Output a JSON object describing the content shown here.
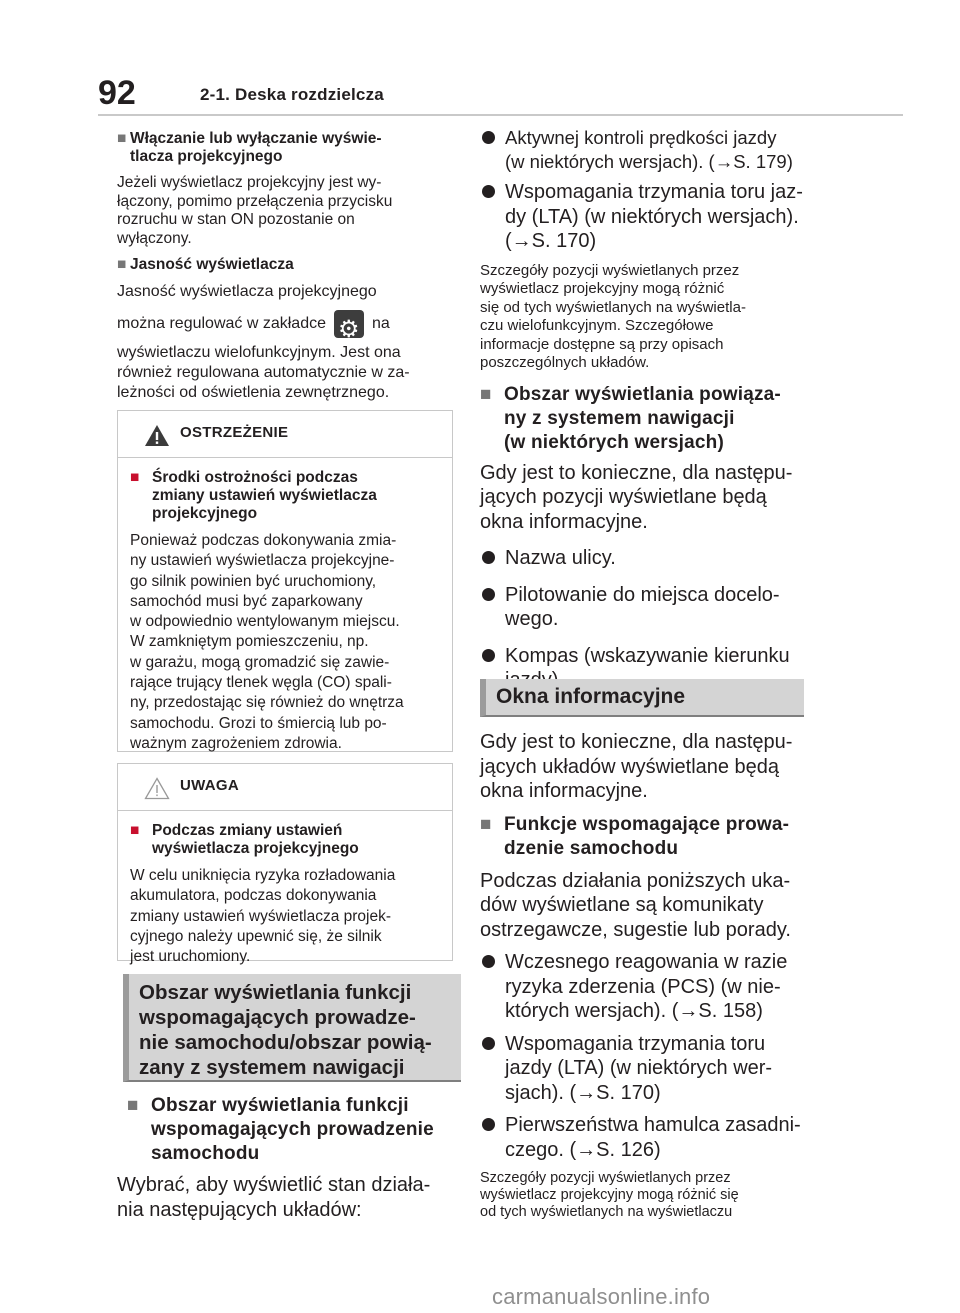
{
  "header": {
    "page_number": "92",
    "chapter": "2-1. Deska rozdzielcza"
  },
  "left": {
    "sec1_title_l1": "Włączanie lub wyłączanie wyświe-",
    "sec1_title_l2": "tlacza projekcyjnego",
    "sec1_body_l1": "Jeżeli wyświetlacz projekcyjny jest wy-",
    "sec1_body_l2": "łączony, pomimo przełączenia przycisku",
    "sec1_body_l3": "rozruchu w stan ON pozostanie on",
    "sec1_body_l4": "wyłączony.",
    "sec2_title": "Jasność wyświetlacza",
    "sec2_l1": "Jasność wyświetlacza projekcyjnego",
    "sec2_l2a": "można regulować w zakładce",
    "sec2_l2b": "na",
    "sec2_l3": "wyświetlaczu wielofunkcyjnym. Jest ona",
    "sec2_l4": "również regulowana automatycznie w za-",
    "sec2_l5": "leżności od oświetlenia zewnętrznego.",
    "warning": {
      "label": "OSTRZEŻENIE",
      "title_l1": "Środki ostrożności podczas",
      "title_l2": "zmiany ustawień wyświetlacza",
      "title_l3": "projekcyjnego",
      "l1": "Ponieważ podczas dokonywania zmia-",
      "l2": "ny ustawień wyświetlacza projekcyjne-",
      "l3": "go silnik powinien być uruchomiony,",
      "l4": "samochód musi być zaparkowany",
      "l5": "w odpowiednio wentylowanym miejscu.",
      "l6": "W zamkniętym pomieszczeniu, np.",
      "l7": "w garażu, mogą gromadzić się zawie-",
      "l8": "rające trujący tlenek węgla (CO) spali-",
      "l9": "ny, przedostając się również do wnętrza",
      "l10": "samochodu. Grozi to śmiercią lub po-",
      "l11": "ważnym zagrożeniem zdrowia."
    },
    "notice": {
      "label": "UWAGA",
      "title_l1": "Podczas zmiany ustawień",
      "title_l2": "wyświetlacza projekcyjnego",
      "l1": "W celu uniknięcia ryzyka rozładowania",
      "l2": "akumulatora, podczas dokonywania",
      "l3": "zmiany ustawień wyświetlacza projek-",
      "l4": "cyjnego należy upewnić się, że silnik",
      "l5": "jest uruchomiony."
    },
    "band1_l1": "Obszar wyświetlania funkcji",
    "band1_l2": "wspomagających prowadze-",
    "band1_l3": "nie samochodu/obszar powią-",
    "band1_l4": "zany z systemem nawigacji",
    "sec3_title_l1": "Obszar wyświetlania funkcji",
    "sec3_title_l2": "wspomagających prowadzenie",
    "sec3_title_l3": "samochodu",
    "sec3_l1": "Wybrać, aby wyświetlić stan działa-",
    "sec3_l2": "nia następujących układów:"
  },
  "right": {
    "b1_l1": "Aktywnej kontroli prędkości jazdy",
    "b1_l2": "(w niektórych wersjach). (",
    "b1_ref": "S. 179)",
    "b2_l1": "Wspomagania trzymania toru jaz-",
    "b2_l2": "dy (LTA) (w niektórych wersjach).",
    "b2_l3a": "(",
    "b2_ref": "S. 170)",
    "note1_l1": "Szczegóły pozycji wyświetlanych przez",
    "note1_l2": "wyświetlacz projekcyjny mogą różnić",
    "note1_l3": "się od tych wyświetlanych na wyświetla-",
    "note1_l4": "czu wielofunkcyjnym. Szczegółowe",
    "note1_l5": "informacje dostępne są przy opisach",
    "note1_l6": "poszczególnych układów.",
    "sec4_title_l1": "Obszar wyświetlania powiąza-",
    "sec4_title_l2": "ny z systemem nawigacji",
    "sec4_title_l3": "(w niektórych wersjach)",
    "sec4_l1": "Gdy jest to konieczne, dla następu-",
    "sec4_l2": "jących pozycji wyświetlane będą",
    "sec4_l3": "okna informacyjne.",
    "b3": "Nazwa ulicy.",
    "b4_l1": "Pilotowanie do miejsca docelo-",
    "b4_l2": "wego.",
    "b5_l1": "Kompas (wskazywanie kierunku",
    "b5_l2": "jazdy).",
    "band2": "Okna informacyjne",
    "sec5_l1": "Gdy jest to konieczne, dla następu-",
    "sec5_l2": "jących układów wyświetlane będą",
    "sec5_l3": "okna informacyjne.",
    "sec6_title_l1": "Funkcje wspomagające prowa-",
    "sec6_title_l2": "dzenie samochodu",
    "sec6_l1": "Podczas działania poniższych uka-",
    "sec6_l2": "dów wyświetlane są komunikaty",
    "sec6_l3": "ostrzegawcze, sugestie lub porady.",
    "b6_l1": "Wczesnego reagowania w razie",
    "b6_l2": "ryzyka zderzenia (PCS) (w nie-",
    "b6_l3a": "których wersjach). (",
    "b6_ref": "S. 158)",
    "b7_l1": "Wspomagania trzymania toru",
    "b7_l2": "jazdy (LTA) (w niektórych wer-",
    "b7_l3a": "sjach). (",
    "b7_ref": "S. 170)",
    "b8_l1": "Pierwszeństwa hamulca zasadni-",
    "b8_l2a": "czego. (",
    "b8_ref": "S. 126)",
    "note2_l1": "Szczegóły pozycji wyświetlanych przez",
    "note2_l2": "wyświetlacz projekcyjny mogą różnić się",
    "note2_l3": "od tych wyświetlanych na wyświetlaczu"
  },
  "footer": "carmanualsonline.info",
  "colors": {
    "accent_red": "#c8102e",
    "band_gray": "#d4d4d4",
    "text": "#231f20"
  },
  "icons": {
    "square_marker": "■",
    "arrow": "→",
    "display_settings": "gear-icon",
    "warning": "warning-triangle-icon"
  }
}
